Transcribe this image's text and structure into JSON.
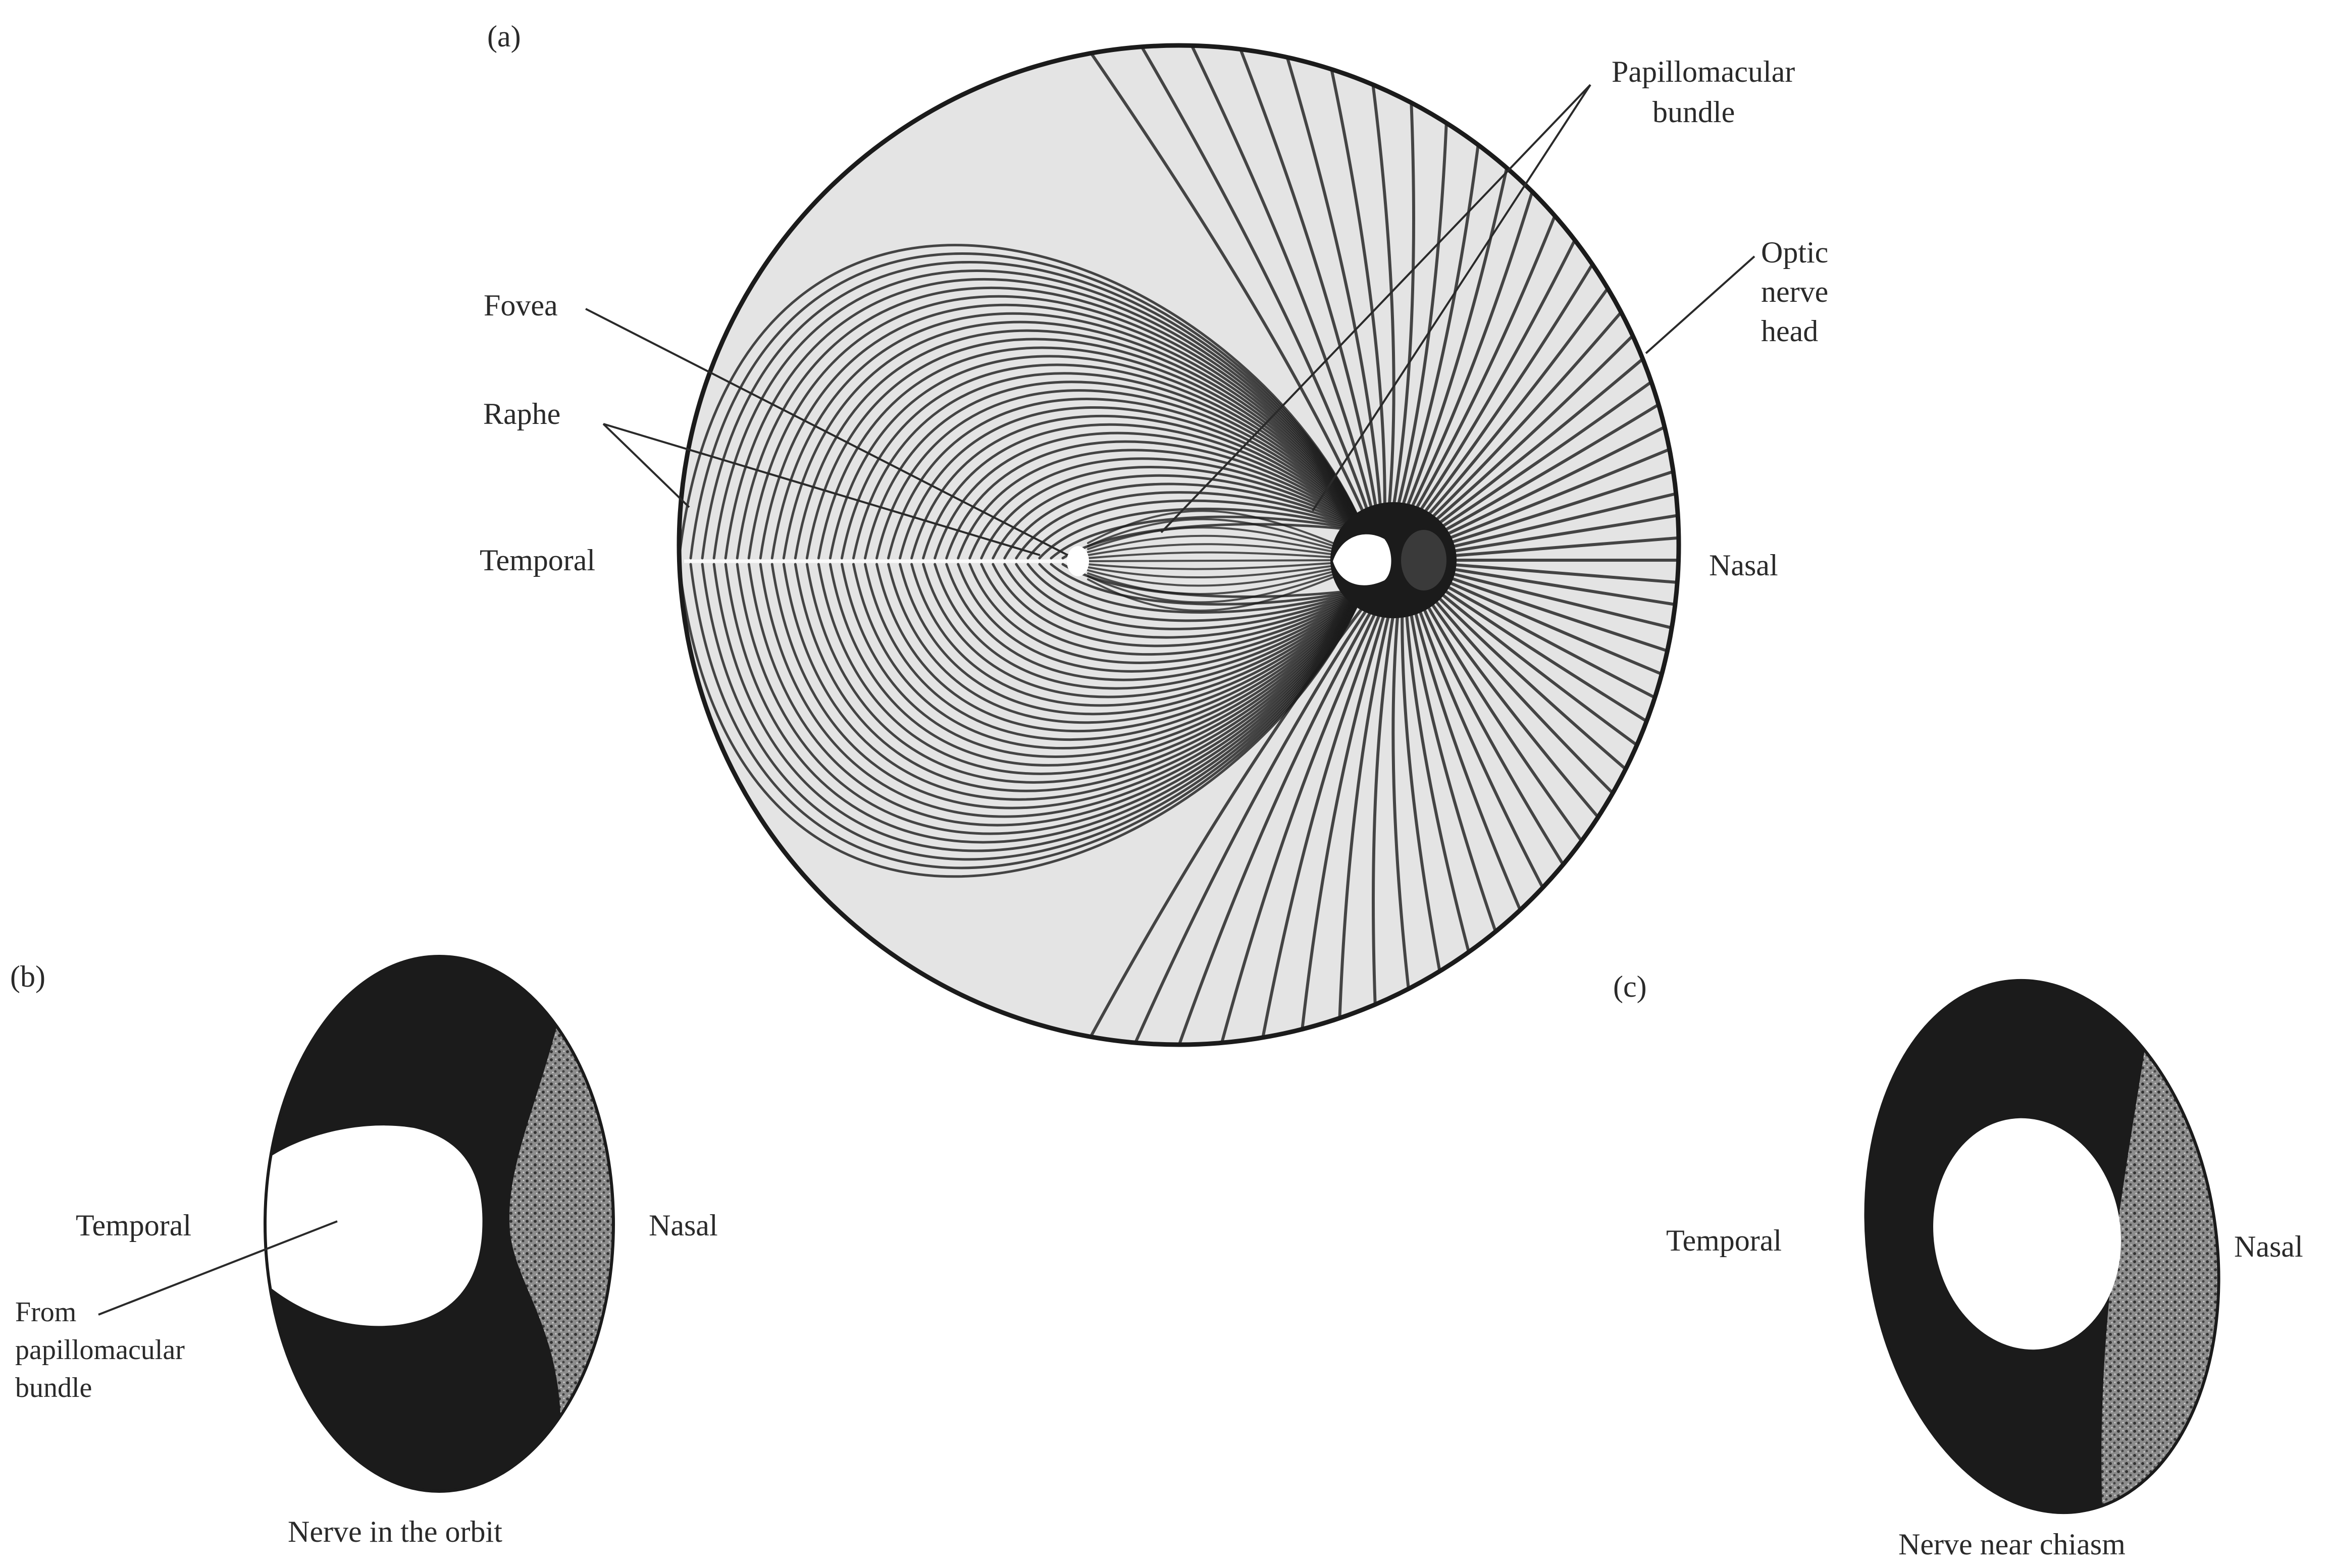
{
  "panel_a": {
    "label": "(a)",
    "fovea": "Fovea",
    "raphe": "Raphe",
    "temporal": "Temporal",
    "nasal": "Nasal",
    "papillomacular": [
      "Papillomacular",
      "bundle"
    ],
    "optic_nerve_head": [
      "Optic",
      "nerve",
      "head"
    ]
  },
  "panel_b": {
    "label": "(b)",
    "temporal": "Temporal",
    "nasal": "Nasal",
    "from_bundle": [
      "From",
      "papillomacular",
      "bundle"
    ],
    "caption": "Nerve in the orbit"
  },
  "panel_c": {
    "label": "(c)",
    "temporal": "Temporal",
    "nasal": "Nasal",
    "caption": "Nerve near chiasm"
  },
  "colors": {
    "fiber_ink": "#1b1b1b",
    "nasal_stipple": "#6f6f6f",
    "background": "#ffffff"
  }
}
